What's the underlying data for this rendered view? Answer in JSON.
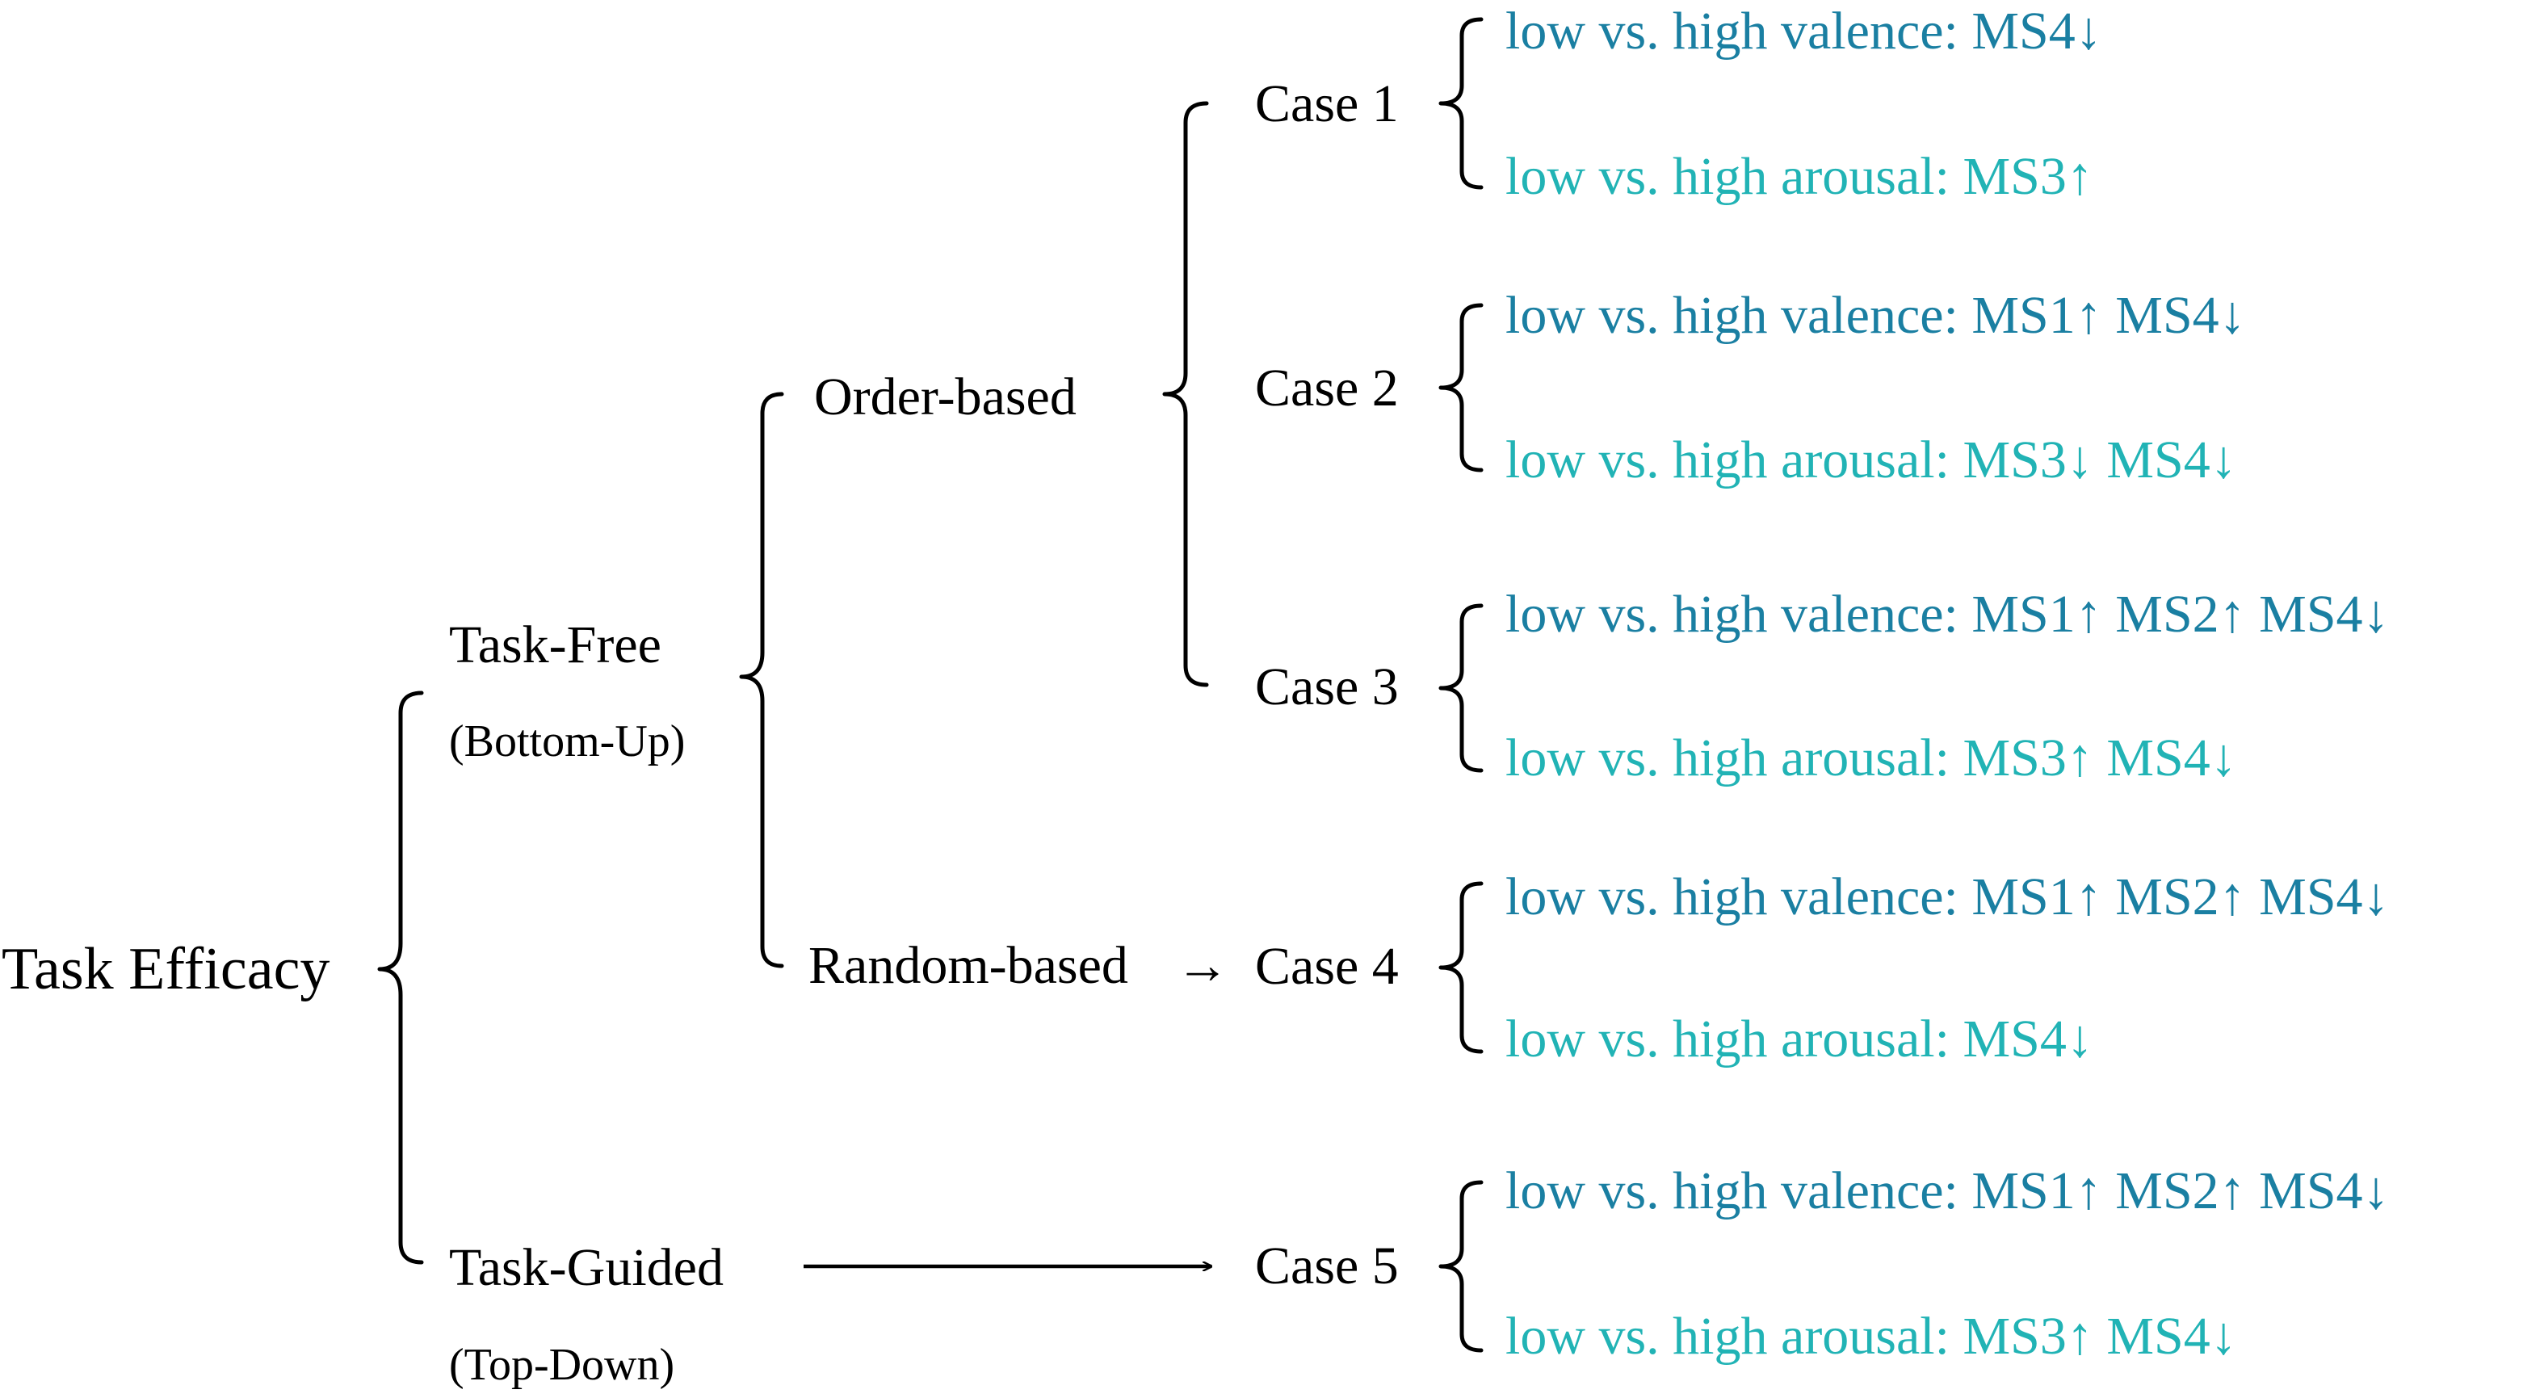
{
  "root": {
    "label": "Task Efficacy"
  },
  "task_free": {
    "label": "Task-Free",
    "sub": "(Bottom-Up)"
  },
  "task_guided": {
    "label": "Task-Guided",
    "sub": "(Top-Down)"
  },
  "order_based": {
    "label": "Order-based"
  },
  "random_based": {
    "label": "Random-based"
  },
  "arrow_glyph": "→",
  "colors": {
    "valence": "#1a7fa2",
    "arousal": "#21b3b5",
    "lines": "#000000"
  },
  "cases": [
    {
      "label": "Case 1",
      "valence": "low vs. high valence: MS4↓",
      "arousal": "low vs. high arousal: MS3↑"
    },
    {
      "label": "Case 2",
      "valence": "low vs. high valence: MS1↑ MS4↓",
      "arousal": "low vs. high arousal: MS3↓  MS4↓"
    },
    {
      "label": "Case 3",
      "valence": "low vs. high valence: MS1↑  MS2↑  MS4↓",
      "arousal": "low vs. high arousal: MS3↑  MS4↓"
    },
    {
      "label": "Case 4",
      "valence": "low vs. high valence: MS1↑  MS2↑  MS4↓",
      "arousal": "low vs. high arousal: MS4↓"
    },
    {
      "label": "Case 5",
      "valence": "low vs. high valence: MS1↑  MS2↑  MS4↓",
      "arousal": "low vs. high arousal: MS3↑  MS4↓"
    }
  ]
}
